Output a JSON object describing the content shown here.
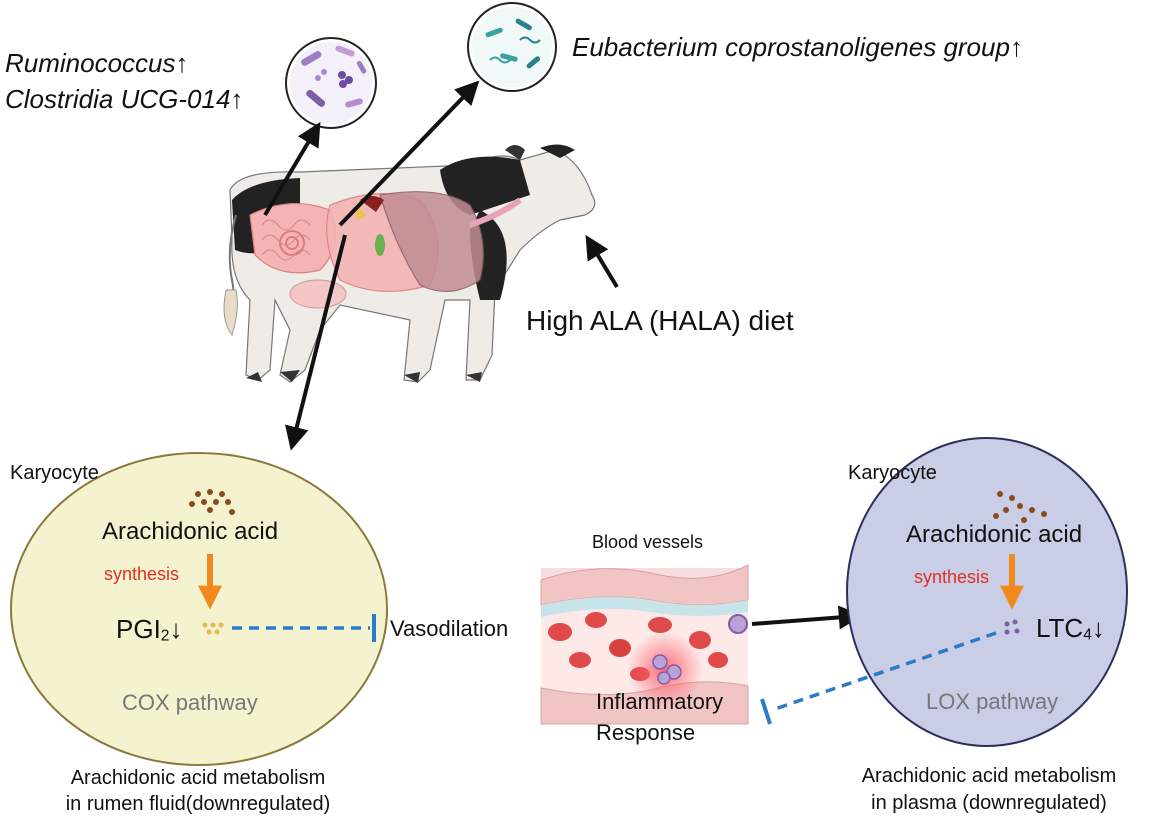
{
  "bacteria": {
    "ruminococcus": "Ruminococcus↑",
    "clostridia": "Clostridia UCG-014↑",
    "eubacterium": "Eubacterium coprostanoligenes group↑"
  },
  "diet_label": "High ALA (HALA) diet",
  "left_cell": {
    "cell_label": "Karyocyte",
    "substrate": "Arachidonic acid",
    "process": "synthesis",
    "product_main": "PGI",
    "product_sub": "2",
    "product_change": "↓",
    "pathway": "COX pathway",
    "caption_line1": "Arachidonic acid metabolism",
    "caption_line2": "in rumen fluid(downregulated)"
  },
  "right_cell": {
    "cell_label": "Karyocyte",
    "substrate": "Arachidonic acid",
    "process": "synthesis",
    "product_main": "LTC",
    "product_sub": "4",
    "product_change": "↓",
    "pathway": "LOX pathway",
    "caption_line1": "Arachidonic acid metabolism",
    "caption_line2": "in plasma (downregulated)"
  },
  "vessel": {
    "title": "Blood vessels",
    "effect_left": "Vasodilation",
    "effect_bottom_line1": "Inflammatory",
    "effect_bottom_line2": "Response"
  },
  "colors": {
    "left_cell_fill": "#f5f2cf",
    "left_cell_stroke": "#8a7a3a",
    "right_cell_fill": "#c9cde6",
    "right_cell_stroke": "#2c2f5a",
    "synthesis_arrow": "#f08a1c",
    "inhibition_line": "#2a7bc8",
    "arrow": "#111111"
  }
}
